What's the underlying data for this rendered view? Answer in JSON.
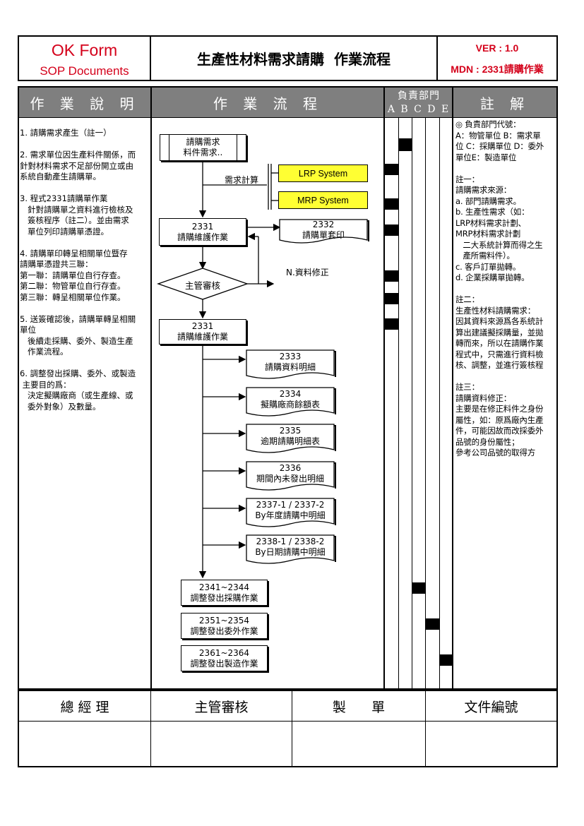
{
  "header": {
    "brand_line1": "OK Form",
    "brand_line2": "SOP Documents",
    "title": "生產性材料需求請購  作業流程",
    "ver": "VER : 1.0",
    "mdn": "MDN : 2331請購作業"
  },
  "columns": {
    "description": "作 業 說 明",
    "flow": "作 業 流 程",
    "dept": "負責部門",
    "dept_letters": "A B C D E",
    "notes": "註 解"
  },
  "description_lines": [
    "1. 請購需求產生（註一）",
    "",
    "2. 需求單位因生產料件關係，而",
    "針對材料需求不足部份開立或由",
    "系統自動產生請購單。",
    "",
    "3. 程式2331請購單作業",
    "   針對請購單之資料進行檢核及",
    "   簽核程序（註二）。並由需求",
    "   單位列印請購單憑證。",
    "",
    "4. 請購單印轉呈相關單位暨存",
    "請購單憑證共三聯：",
    "第一聯：請購單位自行存查。",
    "第二聯：物管單位自行存查。",
    "第三聯：轉呈相關單位作業。",
    "",
    "5. 送簽確認後，請購單轉呈相關",
    "單位",
    "   後續走採購、委外、製造生產",
    "   作業流程。",
    "",
    "6. 調整發出採購、委外、或製造",
    " 主要目的爲：",
    "   決定擬購廠商（或生產線、或",
    "   委外對象）及數量。"
  ],
  "notes_lines": [
    "◎ 負責部門代號：",
    "A：物管單位 B：需求單",
    "位 C：採購單位 D：委外",
    "單位E：製造單位",
    "",
    "註一：",
    "請購需求來源：",
    "a. 部門請購需求。",
    "b. 生產性需求（如：",
    "LRP材料需求計劃、",
    "MRP材料需求計劃",
    "   二大系統計算而得之生",
    "   產所需料件）。",
    "c. 客戶訂單拋轉。",
    "d. 企業採購單拋轉。",
    "",
    "註二：",
    "生產性材料請購需求：",
    "因其資料來源爲各系統計",
    "算出建議擬採購量，並拋",
    "轉而來，所以在請購作業",
    "程式中，只需進行資料檢",
    "核、調整，並進行簽核程",
    "",
    "註三：",
    "請購資料修正：",
    "主要是在修正料件之身份",
    "屬性，如：原爲廠內生產",
    "件，可能因故而改採委外",
    "品號的身份屬性；",
    "參考公司品號的取得方"
  ],
  "flow": {
    "start": [
      "請購需求",
      "料件需求.."
    ],
    "calc_label": "需求計算",
    "lrp": "LRP System",
    "mrp": "MRP System",
    "p2331a": [
      "2331",
      "請購維護作業"
    ],
    "p2332": [
      "2332",
      "請購單套印"
    ],
    "decision": "主管審核",
    "revise": "N.資料修正",
    "p2331b": [
      "2331",
      "請購維護作業"
    ],
    "reports": [
      [
        "2333",
        "請購資料明細"
      ],
      [
        "2334",
        "擬購廠商餘額表"
      ],
      [
        "2335",
        "逾期請購明細表"
      ],
      [
        "2336",
        "期間內未發出明細"
      ],
      [
        "2337-1 / 2337-2",
        "By年度請購中明細"
      ],
      [
        "2338-1 / 2338-2",
        "By日期請購中明細"
      ]
    ],
    "final": [
      [
        "2341~2344",
        "調整發出採購作業"
      ],
      [
        "2351~2354",
        "調整發出委外作業"
      ],
      [
        "2361~2364",
        "調整發出製造作業"
      ]
    ]
  },
  "footer": {
    "gm": "總 經 理",
    "review": "主管審核",
    "maker": "製      單",
    "docno": "文件編號"
  }
}
